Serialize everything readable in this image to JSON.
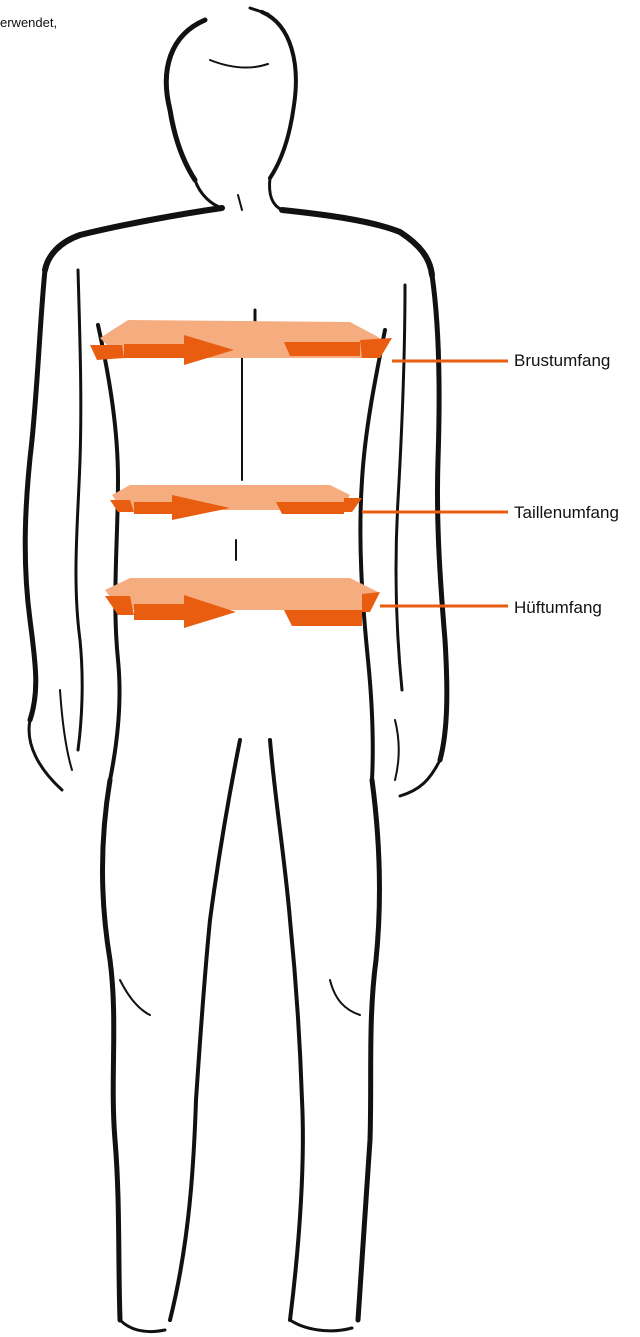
{
  "header": {
    "fragment_text": "erwendet,"
  },
  "measurements": [
    {
      "label": "Brustumfang"
    },
    {
      "label": "Taillenumfang"
    },
    {
      "label": "Hüftumfang"
    }
  ],
  "colors": {
    "band_front": "#e85d0f",
    "band_back": "#f5ad80",
    "leader_line": "#e85d0f",
    "outline": "#111111"
  }
}
